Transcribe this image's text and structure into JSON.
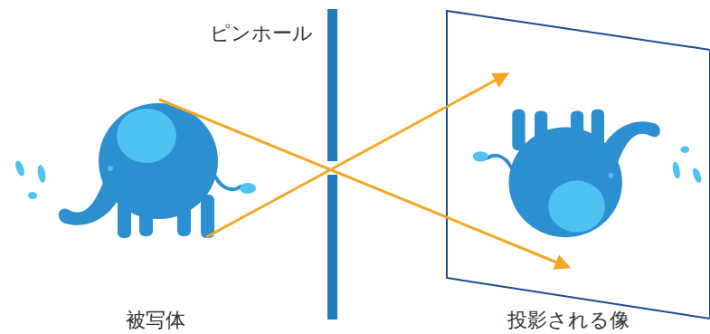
{
  "diagram": {
    "labels": [
      "ピンホール",
      "被写体",
      "投影される像"
    ]
  }
}
